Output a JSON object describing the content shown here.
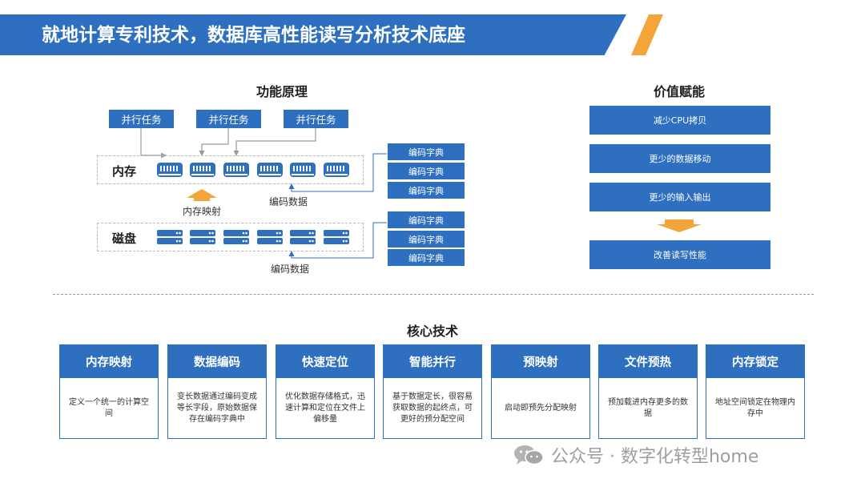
{
  "slide": {
    "title": "就地计算专利技术，数据库高性能读写分析技术底座"
  },
  "principle": {
    "heading": "功能原理",
    "tasks": [
      "并行任务",
      "并行任务",
      "并行任务"
    ],
    "memory_label": "内存",
    "disk_label": "磁盘",
    "mapping_label": "内存映射",
    "encoded_data_memory": "编码数据",
    "encoded_data_disk": "编码数据",
    "dict_memory": [
      "编码字典",
      "编码字典",
      "编码字典"
    ],
    "dict_disk": [
      "编码字典",
      "编码字典",
      "编码字典"
    ]
  },
  "value": {
    "heading": "价值赋能",
    "items": [
      "减少CPU拷贝",
      "更少的数据移动",
      "更少的输入输出"
    ],
    "result": "改善读写性能"
  },
  "core": {
    "heading": "核心技术",
    "cards": [
      {
        "title": "内存映射",
        "desc": "定义一个统一的计算空间"
      },
      {
        "title": "数据编码",
        "desc": "变长数据通过编码变成等长字段，原始数据保存在编码字典中"
      },
      {
        "title": "快速定位",
        "desc": "优化数据存储格式，迅速计算和定位在文件上偏移量"
      },
      {
        "title": "智能并行",
        "desc": "基于数据定长，很容易获取数据的起终点，可更好的预分配空间"
      },
      {
        "title": "预映射",
        "desc": "启动即预先分配映射"
      },
      {
        "title": "文件预热",
        "desc": "预加载进内存更多的数据"
      },
      {
        "title": "内存锁定",
        "desc": "地址空间锁定在物理内存中"
      }
    ]
  },
  "watermark": {
    "text": "公众号 · 数字化转型home",
    "icon": "wechat-icon"
  },
  "colors": {
    "primary": "#2e6fc0",
    "accent": "#f4a53a"
  }
}
